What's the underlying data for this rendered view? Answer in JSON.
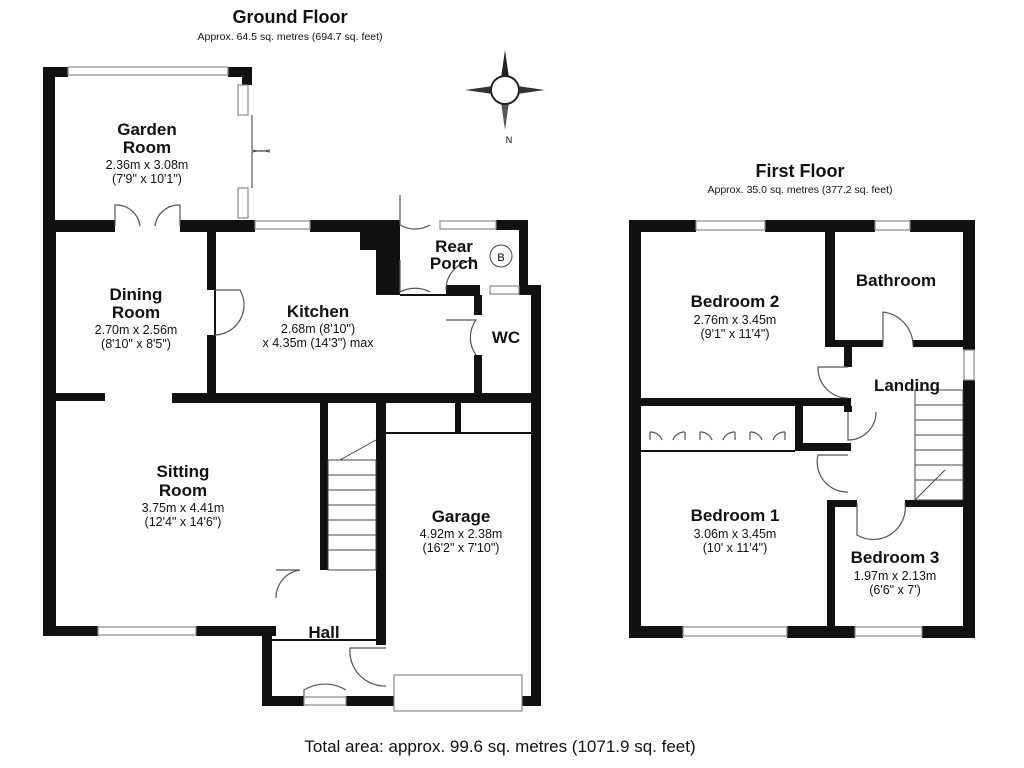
{
  "ground_floor": {
    "title": "Ground Floor",
    "area": "Approx. 64.5 sq. metres (694.7 sq. feet)",
    "rooms": [
      {
        "name": "Garden Room",
        "name_lines": [
          "Garden",
          "Room"
        ],
        "dims_metric": "2.36m x 3.08m",
        "dims_imperial": "(7'9\" x 10'1\")"
      },
      {
        "name": "Dining Room",
        "name_lines": [
          "Dining",
          "Room"
        ],
        "dims_metric": "2.70m x 2.56m",
        "dims_imperial": "(8'10\" x 8'5\")"
      },
      {
        "name": "Kitchen",
        "name_lines": [
          "Kitchen"
        ],
        "dims_metric": "2.68m (8'10\")",
        "dims_imperial": "x 4.35m (14'3\") max"
      },
      {
        "name": "Rear Porch",
        "name_lines": [
          "Rear",
          "Porch"
        ],
        "dims_metric": "",
        "dims_imperial": ""
      },
      {
        "name": "WC",
        "name_lines": [
          "WC"
        ],
        "dims_metric": "",
        "dims_imperial": ""
      },
      {
        "name": "Sitting Room",
        "name_lines": [
          "Sitting",
          "Room"
        ],
        "dims_metric": "3.75m x 4.41m",
        "dims_imperial": "(12'4\" x 14'6\")"
      },
      {
        "name": "Garage",
        "name_lines": [
          "Garage"
        ],
        "dims_metric": "4.92m x 2.38m",
        "dims_imperial": "(16'2\" x 7'10\")"
      },
      {
        "name": "Hall",
        "name_lines": [
          "Hall"
        ],
        "dims_metric": "",
        "dims_imperial": ""
      }
    ],
    "boiler_label": "B"
  },
  "first_floor": {
    "title": "First Floor",
    "area": "Approx. 35.0 sq. metres (377.2 sq. feet)",
    "rooms": [
      {
        "name": "Bedroom 2",
        "name_lines": [
          "Bedroom 2"
        ],
        "dims_metric": "2.76m x 3.45m",
        "dims_imperial": "(9'1\" x 11'4\")"
      },
      {
        "name": "Bathroom",
        "name_lines": [
          "Bathroom"
        ],
        "dims_metric": "",
        "dims_imperial": ""
      },
      {
        "name": "Landing",
        "name_lines": [
          "Landing"
        ],
        "dims_metric": "",
        "dims_imperial": ""
      },
      {
        "name": "Bedroom 1",
        "name_lines": [
          "Bedroom 1"
        ],
        "dims_metric": "3.06m x 3.45m",
        "dims_imperial": "(10' x 11'4\")"
      },
      {
        "name": "Bedroom 3",
        "name_lines": [
          "Bedroom 3"
        ],
        "dims_metric": "1.97m x 2.13m",
        "dims_imperial": "(6'6\" x 7')"
      }
    ]
  },
  "compass": {
    "label": "N",
    "icon": "compass-rose-icon"
  },
  "total_area": "Total area: approx. 99.6 sq. metres (1071.9 sq. feet)"
}
